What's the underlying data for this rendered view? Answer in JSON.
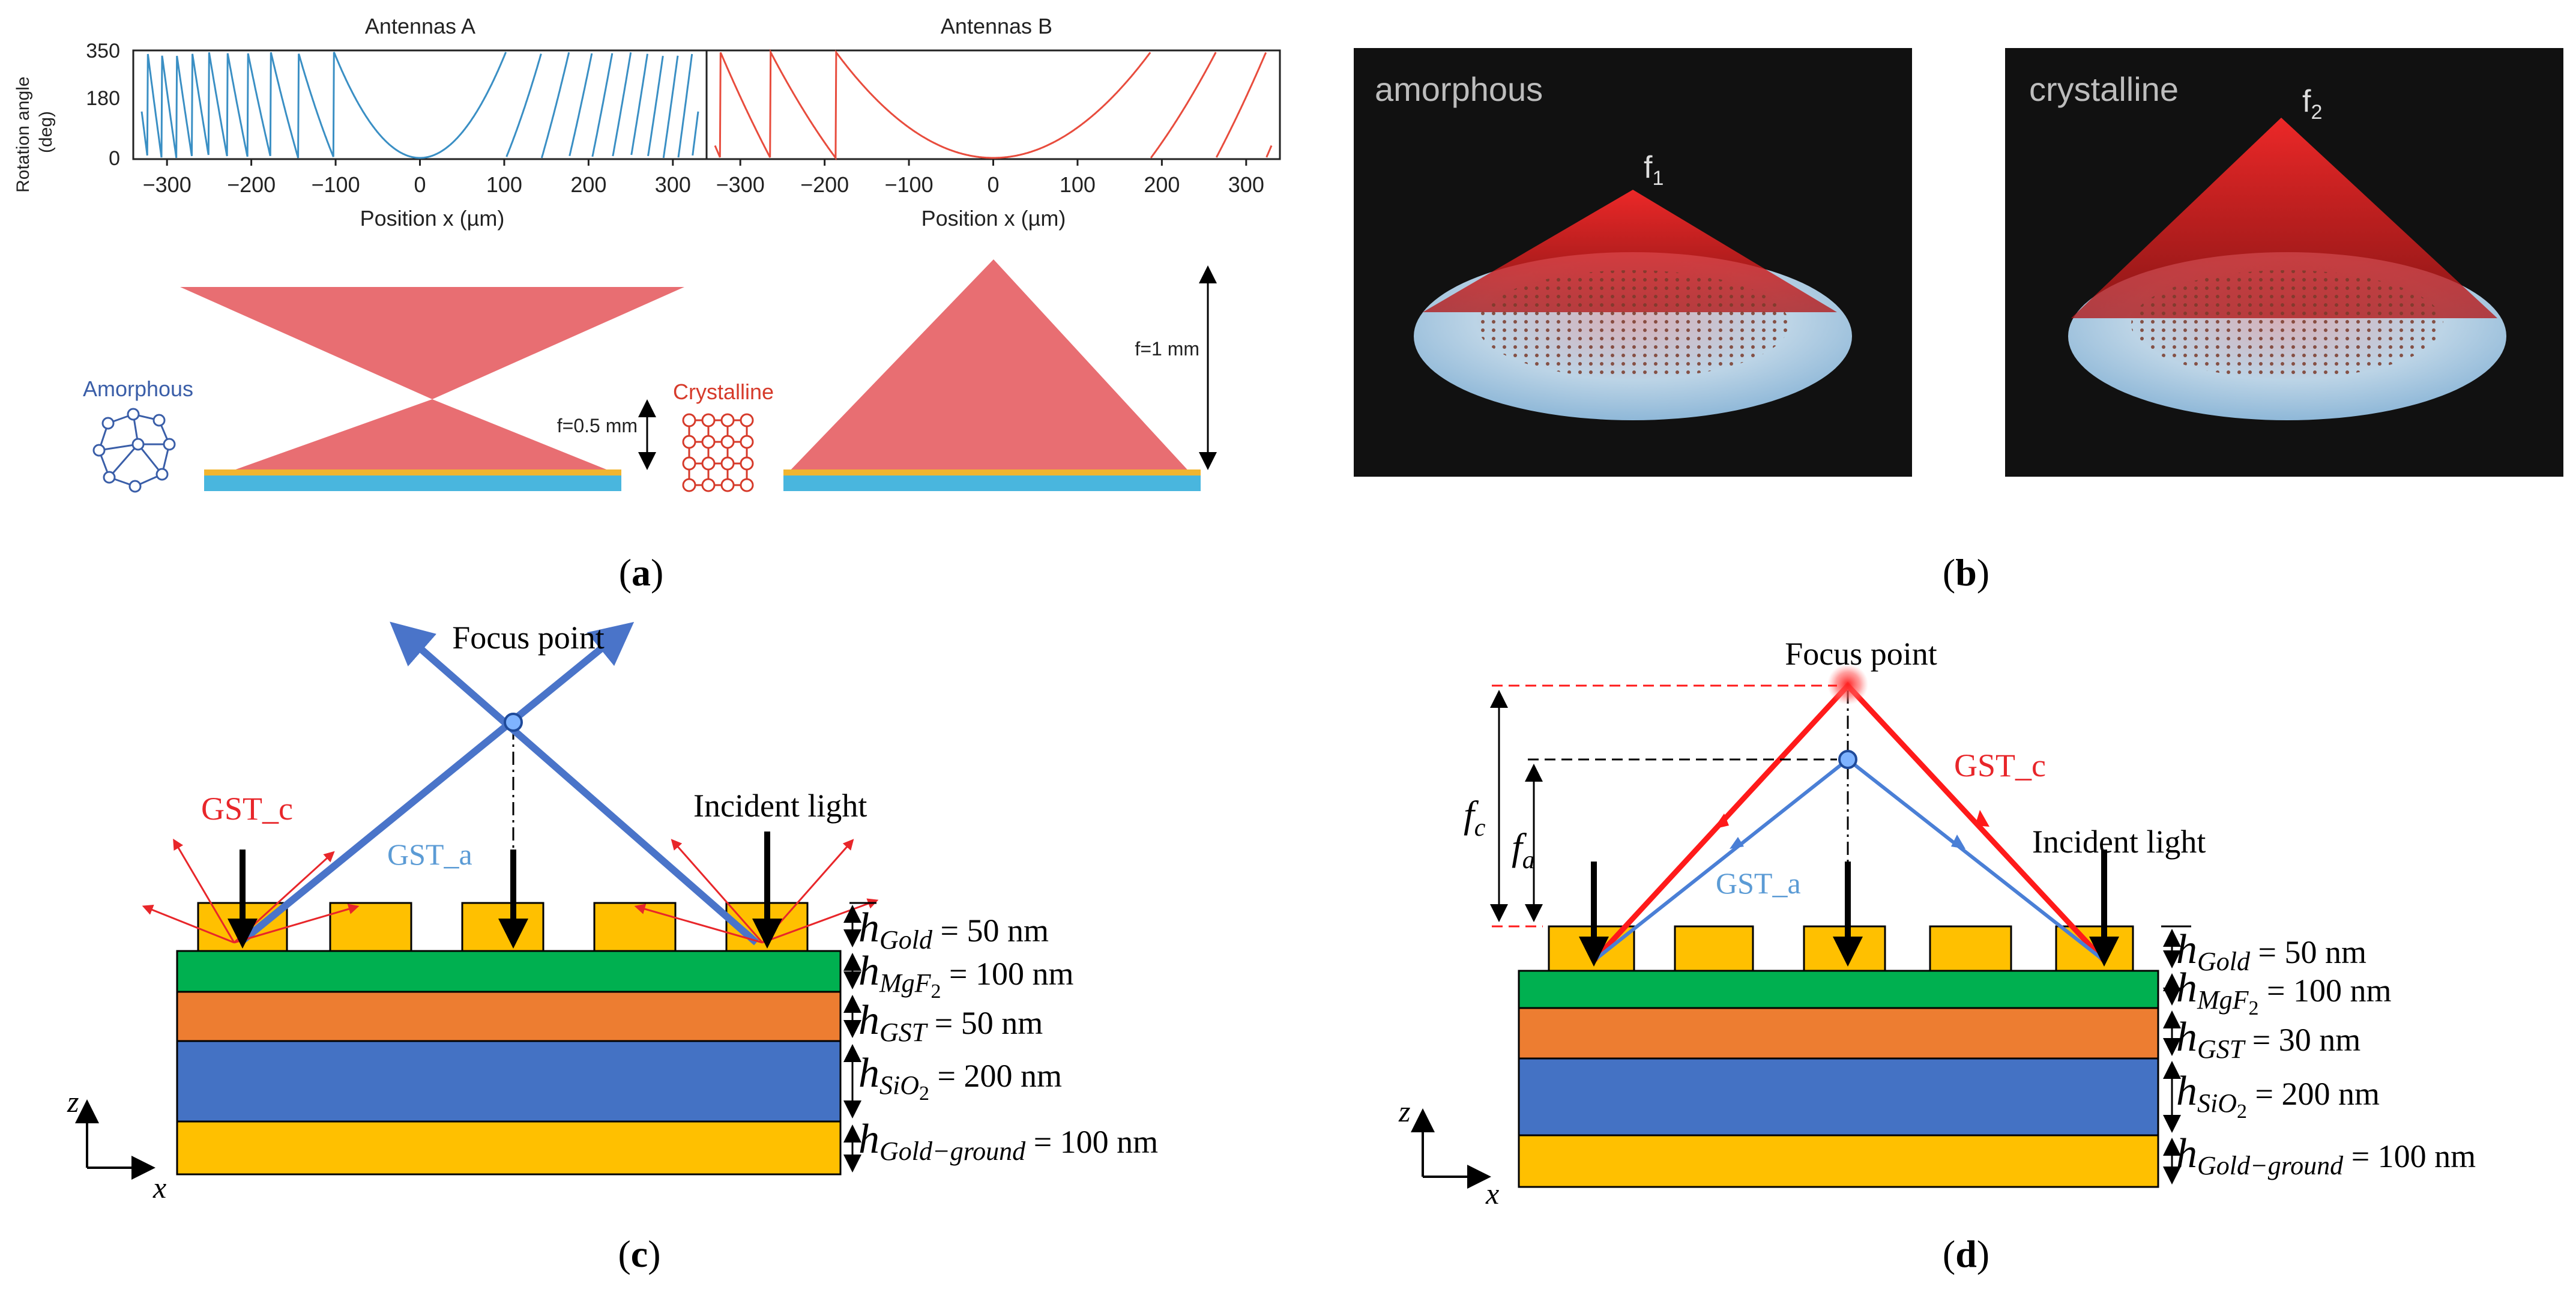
{
  "panel_labels": {
    "a": "(a)",
    "a_letter": "a",
    "b": "(b)",
    "b_letter": "b",
    "c": "(c)",
    "c_letter": "c",
    "d": "(d)",
    "d_letter": "d"
  },
  "panel_a": {
    "y_axis_label_line1": "Rotation angle",
    "y_axis_label_line2": "(deg)",
    "y_ticks": [
      "350",
      "180",
      "0"
    ],
    "plot_left": {
      "title": "Antennas A",
      "xlabel": "Position x (µm)",
      "x_ticks": [
        "−300",
        "−200",
        "−100",
        "0",
        "100",
        "200",
        "300"
      ]
    },
    "plot_right": {
      "title": "Antennas B",
      "xlabel": "Position x (µm)",
      "x_ticks": [
        "−300",
        "−200",
        "−100",
        "0",
        "100",
        "200",
        "300"
      ]
    },
    "amorphous_label": "Amorphous",
    "crystalline_label": "Crystalline",
    "focal_short": "f=0.5 mm",
    "focal_long": "f=1 mm",
    "colors": {
      "blue": "#3a8fc4",
      "red": "#e84c3d",
      "cone": "#e7666a",
      "substrate": "#49b6de",
      "antenna": "#f1b530"
    }
  },
  "panel_b": {
    "left_label": "amorphous",
    "left_focus": "f",
    "left_focus_sub": "1",
    "right_label": "crystalline",
    "right_focus": "f",
    "right_focus_sub": "2"
  },
  "panel_c": {
    "focus_label": "Focus point",
    "gst_c": "GST_c",
    "gst_a": "GST_a",
    "incident": "Incident light",
    "layers": [
      {
        "h": "h",
        "sub": "Gold",
        "val": " = 50 nm",
        "color": "#ffc000"
      },
      {
        "h": "h",
        "sub": "MgF",
        "sub2": "2",
        "val": " = 100 nm",
        "color": "#00b050"
      },
      {
        "h": "h",
        "sub": "GST",
        "val": " = 50 nm",
        "color": "#ed7d31"
      },
      {
        "h": "h",
        "sub": "SiO",
        "sub2": "2",
        "val": " = 200 nm",
        "color": "#4472c4"
      },
      {
        "h": "h",
        "sub": "Gold−ground",
        "val": " = 100 nm",
        "color": "#ffc000"
      }
    ],
    "axis_z": "z",
    "axis_x": "x"
  },
  "panel_d": {
    "focus_label": "Focus point",
    "gst_c": "GST_c",
    "gst_a": "GST_a",
    "incident": "Incident light",
    "f_c": "f",
    "f_c_sub": "c",
    "f_a": "f",
    "f_a_sub": "a",
    "layers": [
      {
        "h": "h",
        "sub": "Gold",
        "val": " = 50 nm"
      },
      {
        "h": "h",
        "sub": "MgF",
        "sub2": "2",
        "val": " = 100 nm"
      },
      {
        "h": "h",
        "sub": "GST",
        "val": " = 30 nm"
      },
      {
        "h": "h",
        "sub": "SiO",
        "sub2": "2",
        "val": " = 200 nm"
      },
      {
        "h": "h",
        "sub": "Gold−ground",
        "val": " = 100 nm"
      }
    ],
    "axis_z": "z",
    "axis_x": "x"
  }
}
